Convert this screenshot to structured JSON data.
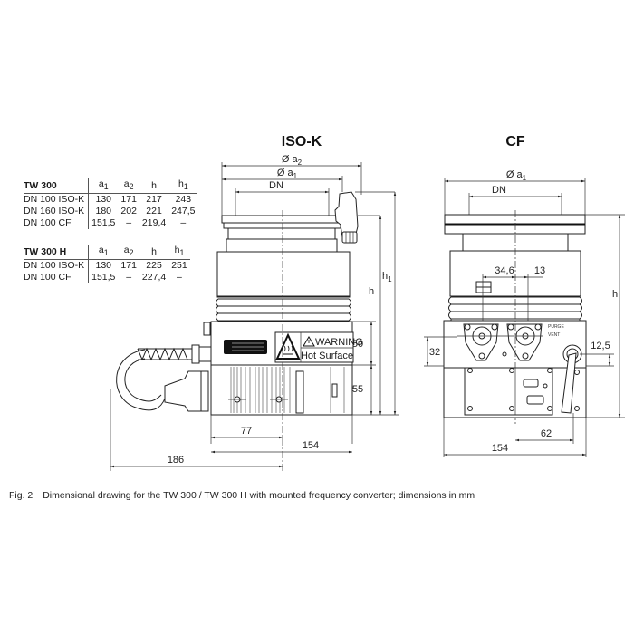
{
  "figure": {
    "number": "Fig. 2",
    "caption": "Dimensional drawing for the TW 300 / TW 300 H with mounted frequency converter; dimensions in mm"
  },
  "views": {
    "iso_k": {
      "title": "ISO-K",
      "labels": {
        "dia_a2": "Ø a2",
        "dia_a1": "Ø a1",
        "dn": "DN",
        "h": "h",
        "h1": "h1"
      },
      "dims": {
        "upper_height": "50",
        "lower_height": "55",
        "half_width": "77",
        "width": "154",
        "cable_reach": "186"
      },
      "warning_label": {
        "title": "WARNING",
        "subtitle": "Hot Surface",
        "icon": "hot-surface-warning-icon"
      }
    },
    "cf": {
      "title": "CF",
      "labels": {
        "dia_a1": "Ø a1",
        "dn": "DN",
        "h": "h",
        "purge": "PURGE",
        "vent": "VENT"
      },
      "dims": {
        "port_offset": "34,6",
        "port_offset_2": "13",
        "port_height": "32",
        "connector_height": "12,5",
        "connector_offset": "62",
        "width": "154"
      }
    }
  },
  "tables": [
    {
      "model": "TW 300",
      "columns": [
        "a1",
        "a2",
        "h",
        "h1"
      ],
      "rows": [
        {
          "flange": "DN 100 ISO-K",
          "values": [
            "130",
            "171",
            "217",
            "243"
          ]
        },
        {
          "flange": "DN 160 ISO-K",
          "values": [
            "180",
            "202",
            "221",
            "247,5"
          ]
        },
        {
          "flange": "DN 100 CF",
          "values": [
            "151,5",
            "–",
            "219,4",
            "–"
          ]
        }
      ]
    },
    {
      "model": "TW 300 H",
      "columns": [
        "a1",
        "a2",
        "h",
        "h1"
      ],
      "rows": [
        {
          "flange": "DN 100 ISO-K",
          "values": [
            "130",
            "171",
            "225",
            "251"
          ]
        },
        {
          "flange": "DN 100 CF",
          "values": [
            "151,5",
            "–",
            "227,4",
            "–"
          ]
        }
      ]
    }
  ]
}
